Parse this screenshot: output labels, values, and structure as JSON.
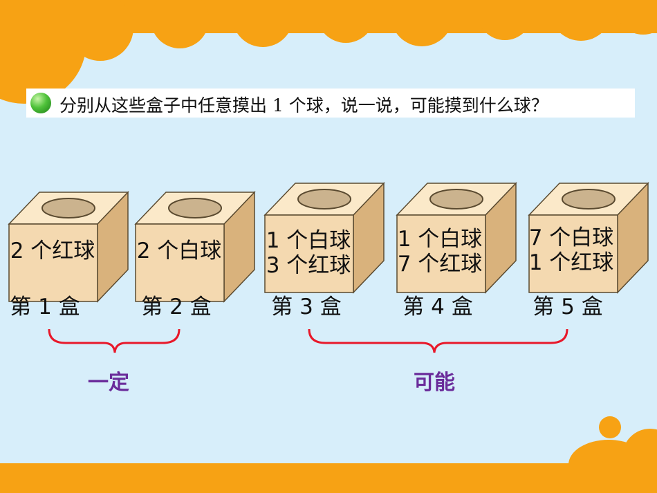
{
  "question": "分别从这些盒子中任意摸出 1 个球，说一说，可能摸到什么球？",
  "boxes": [
    {
      "label": "第 1 盒",
      "content": "2 个红球"
    },
    {
      "label": "第 2 盒",
      "content": "2 个白球"
    },
    {
      "label": "第 3 盒",
      "content": "1 个白球 3 个红球"
    },
    {
      "label": "第 4 盒",
      "content": "1 个白球 7 个红球"
    },
    {
      "label": "第 5 盒",
      "content": "7 个白球 1 个红球"
    }
  ],
  "groups": {
    "certain": "一定",
    "possible": "可能"
  },
  "colors": {
    "background": "#d7eefa",
    "orange": "#f7a214",
    "box_front": "#f4d9b0",
    "bracket": "#e8182a",
    "group_text": "#6a2b9a"
  }
}
